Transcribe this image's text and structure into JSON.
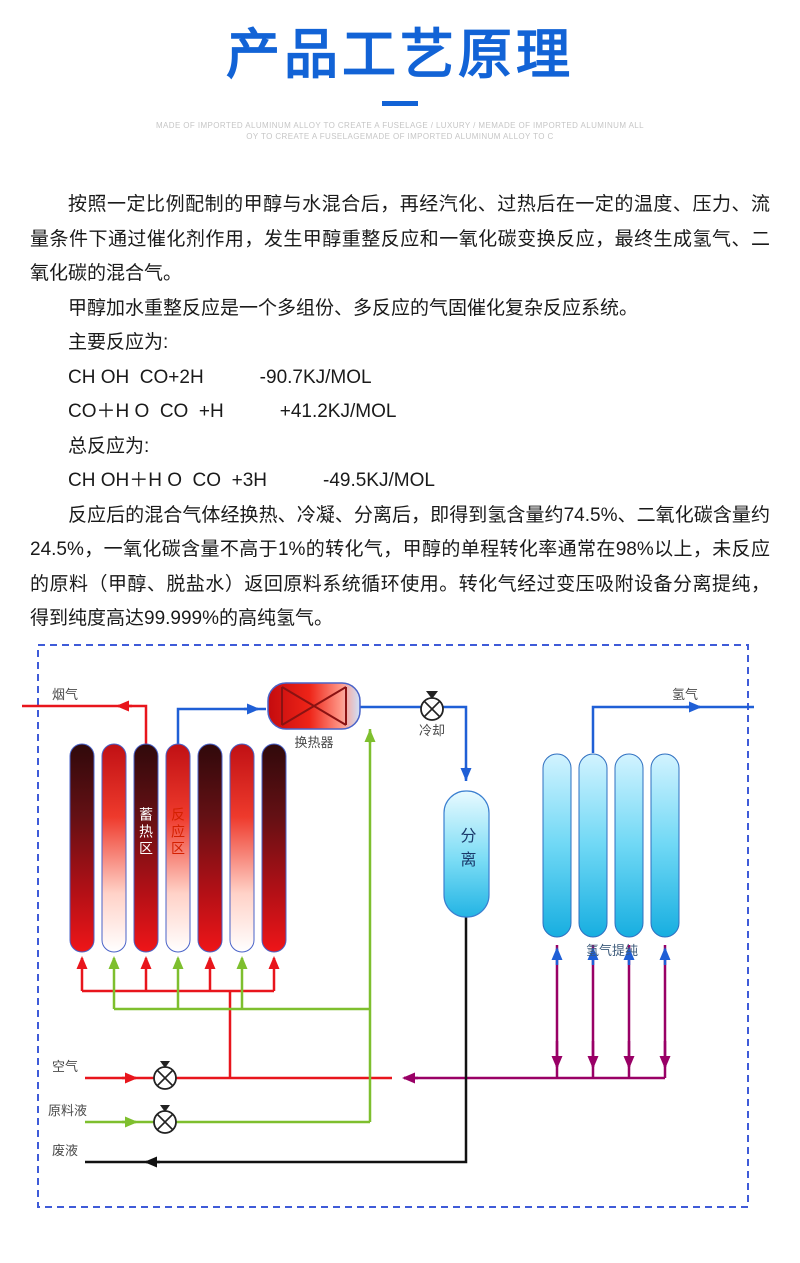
{
  "header": {
    "title": "产品工艺原理",
    "caption_line1": "MADE OF IMPORTED ALUMINUM ALLOY TO CREATE A FUSELAGE / LUXURY / MEMADE OF IMPORTED ALUMINUM ALL",
    "caption_line2": "OY TO CREATE A FUSELAGEMADE OF IMPORTED ALUMINUM ALLOY TO C"
  },
  "body": {
    "para1": "按照一定比例配制的甲醇与水混合后，再经汽化、过热后在一定的温度、压力、流量条件下通过催化剂作用，发生甲醇重整反应和一氧化碳变换反应，最终生成氢气、二氧化碳的混合气。",
    "para2": "甲醇加水重整反应是一个多组份、多反应的气固催化复杂反应系统。",
    "main_reactions_label": "主要反应为:",
    "reactions": [
      {
        "formula": "CH OH  CO+2H",
        "energy": "-90.7KJ/MOL"
      },
      {
        "formula": "CO＋H O  CO  +H",
        "energy": "+41.2KJ/MOL"
      }
    ],
    "total_label": "总反应为:",
    "total_reaction": {
      "formula": "CH OH＋H O  CO  +3H",
      "energy": "-49.5KJ/MOL"
    },
    "para3": "反应后的混合气体经换热、冷凝、分离后，即得到氢含量约74.5%、二氧化碳含量约24.5%，一氧化碳含量不高于1%的转化气，甲醇的单程转化率通常在98%以上，未反应的原料（甲醇、脱盐水）返回原料系统循环使用。转化气经过变压吸附设备分离提纯，得到纯度高达99.999%的高纯氢气。"
  },
  "diagram": {
    "labels": {
      "flue_gas": "烟气",
      "heat_exchanger": "换热器",
      "cooling": "冷却",
      "separator": "分离",
      "hydrogen_out": "氢气",
      "regenerator_zone": "蓄热区",
      "reaction_zone": "反应区",
      "hydrogen_purification": "氢气提纯",
      "air": "空气",
      "feed_liquid": "原料液",
      "waste_liquid": "废液"
    },
    "colors": {
      "accent_blue": "#1263d6",
      "border_dashed_blue": "#3f5bd8",
      "pipe_red": "#e8151c",
      "pipe_green": "#7ebf2e",
      "pipe_blue": "#1f5fd6",
      "pipe_magenta": "#990066",
      "pipe_black": "#111111",
      "tube_dark_red": "#641014",
      "tube_cyan": "#17aee0"
    }
  }
}
